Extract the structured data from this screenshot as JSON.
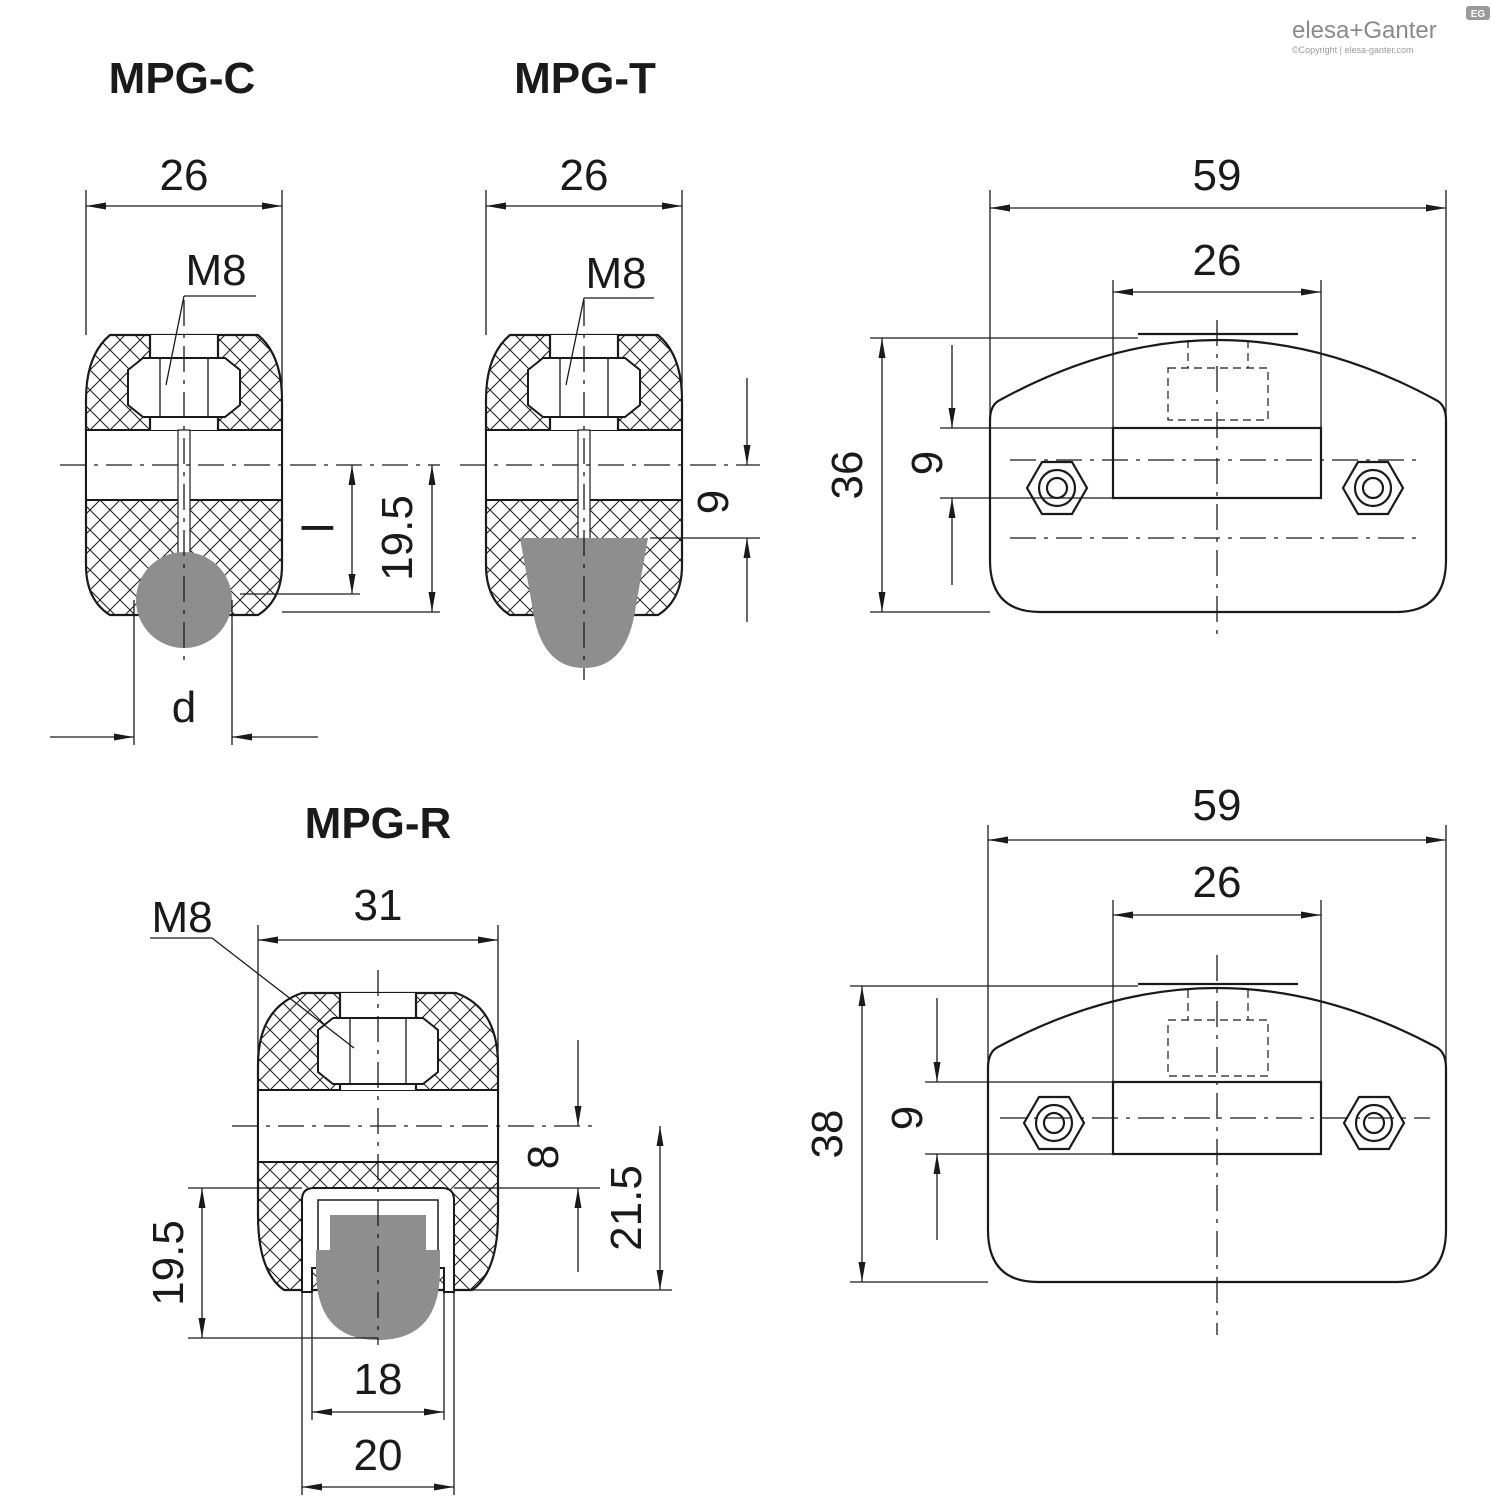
{
  "brand": {
    "logo": "elesa+Ganter",
    "badge": "EG",
    "copyright": "©Copyright | elesa-ganter.com"
  },
  "views": {
    "mpg_c": {
      "title": "MPG-C",
      "width": "26",
      "thread": "M8",
      "height": "19.5",
      "length_symbol": "l",
      "diameter_symbol": "d"
    },
    "mpg_t": {
      "title": "MPG-T",
      "width": "26",
      "thread": "M8",
      "slot": "9"
    },
    "top_side": {
      "length": "59",
      "inner_width": "26",
      "height": "36",
      "slot": "9"
    },
    "mpg_r": {
      "title": "MPG-R",
      "thread": "M8",
      "width": "31",
      "slot": "8",
      "height_right": "21.5",
      "height_left": "19.5",
      "inner_width": "18",
      "outer_width": "20"
    },
    "bottom_side": {
      "length": "59",
      "inner_width": "26",
      "height": "38",
      "slot": "9"
    }
  }
}
